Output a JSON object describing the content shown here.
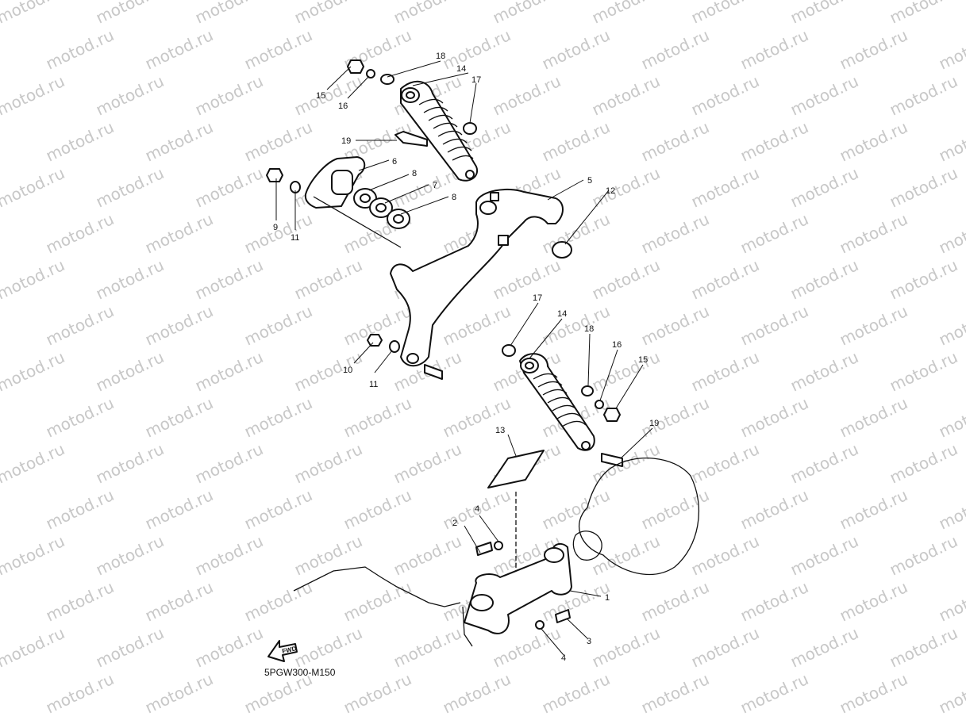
{
  "watermark": {
    "text": "motod.ru",
    "color": "#c8c8c8"
  },
  "diagram_code": "5PGW300-M150",
  "fwd_label": "FWD",
  "callouts": [
    {
      "id": "c1",
      "number": "1"
    },
    {
      "id": "c2",
      "number": "2"
    },
    {
      "id": "c3",
      "number": "3"
    },
    {
      "id": "c4a",
      "number": "4"
    },
    {
      "id": "c4b",
      "number": "4"
    },
    {
      "id": "c5",
      "number": "5"
    },
    {
      "id": "c6",
      "number": "6"
    },
    {
      "id": "c7",
      "number": "7"
    },
    {
      "id": "c8a",
      "number": "8"
    },
    {
      "id": "c8b",
      "number": "8"
    },
    {
      "id": "c9",
      "number": "9"
    },
    {
      "id": "c10",
      "number": "10"
    },
    {
      "id": "c11a",
      "number": "11"
    },
    {
      "id": "c11b",
      "number": "11"
    },
    {
      "id": "c12",
      "number": "12"
    },
    {
      "id": "c13",
      "number": "13"
    },
    {
      "id": "c14a",
      "number": "14"
    },
    {
      "id": "c14b",
      "number": "14"
    },
    {
      "id": "c15a",
      "number": "15"
    },
    {
      "id": "c15b",
      "number": "15"
    },
    {
      "id": "c16a",
      "number": "16"
    },
    {
      "id": "c16b",
      "number": "16"
    },
    {
      "id": "c17a",
      "number": "17"
    },
    {
      "id": "c17b",
      "number": "17"
    },
    {
      "id": "c18a",
      "number": "18"
    },
    {
      "id": "c18b",
      "number": "18"
    },
    {
      "id": "c19a",
      "number": "19"
    },
    {
      "id": "c19b",
      "number": "19"
    }
  ]
}
